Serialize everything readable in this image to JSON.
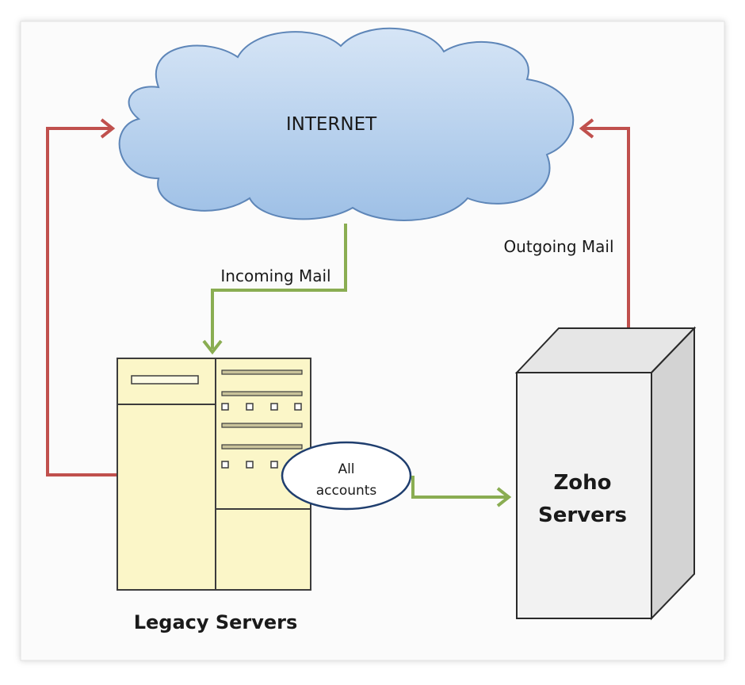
{
  "labels": {
    "internet": "INTERNET",
    "incoming": "Incoming Mail",
    "outgoing": "Outgoing Mail",
    "all_accounts_line1": "All",
    "all_accounts_line2": "accounts",
    "zoho_line1": "Zoho",
    "zoho_line2": "Servers",
    "legacy": "Legacy Servers"
  },
  "colors": {
    "cloud_fill": "#b3cdea",
    "cloud_stroke": "#5e86b8",
    "incoming_arrow": "#8aad52",
    "outgoing_arrow": "#c0504d",
    "legacy_fill": "#fbf6c8",
    "zoho_front": "#f2f2f2",
    "zoho_side": "#d3d3d3",
    "ellipse_stroke": "#1f3e6e"
  }
}
